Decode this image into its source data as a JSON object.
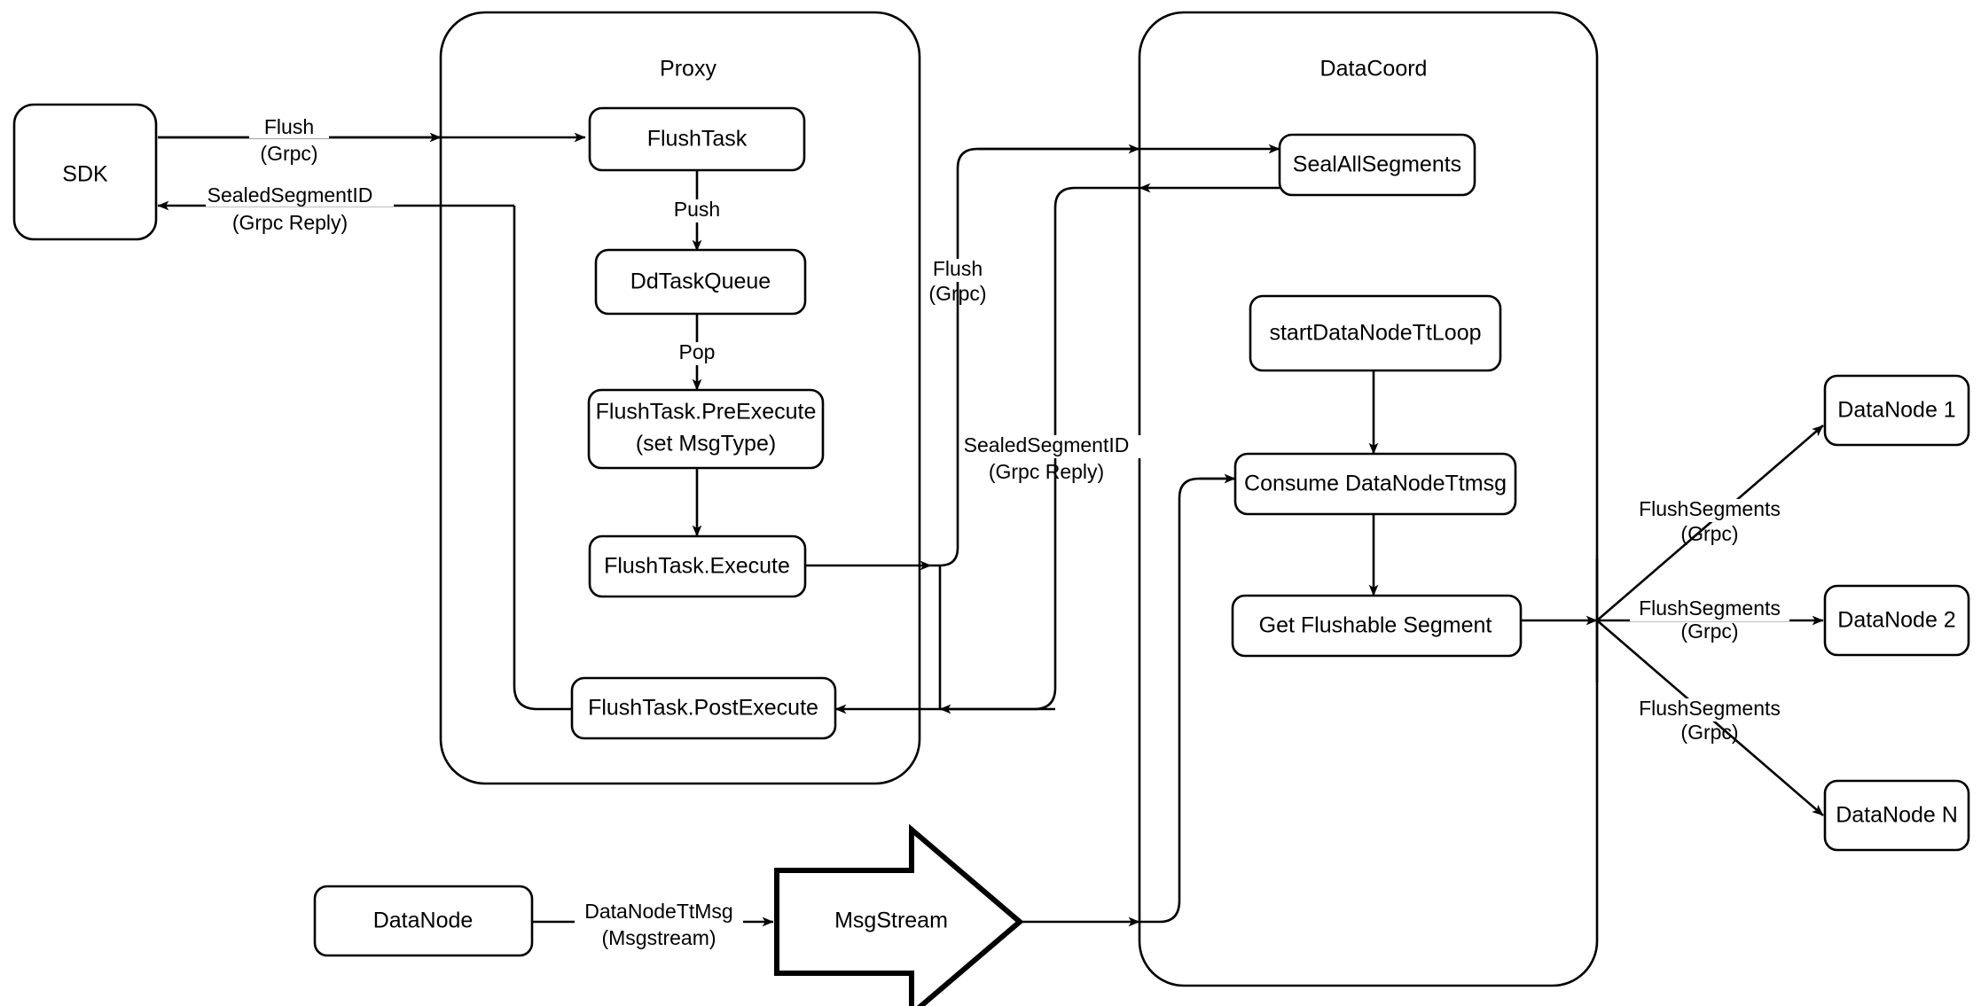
{
  "diagram": {
    "title": "Milvus Flush Sequence Diagram",
    "background_color": "#ffffff",
    "stroke_color": "#000000",
    "containers": [
      {
        "id": "proxy",
        "label": "Proxy"
      },
      {
        "id": "datacoord",
        "label": "DataCoord"
      }
    ],
    "nodes": {
      "sdk": "SDK",
      "flush_task": "FlushTask",
      "dd_task_queue": "DdTaskQueue",
      "flush_task_pre_execute_line1": "FlushTask.PreExecute",
      "flush_task_pre_execute_line2": "(set MsgType)",
      "flush_task_execute": "FlushTask.Execute",
      "flush_task_post_execute": "FlushTask.PostExecute",
      "seal_all_segments": "SealAllSegments",
      "start_datanode_tt_loop": "startDataNodeTtLoop",
      "consume_datanode_ttmsg": "Consume DataNodeTtmsg",
      "get_flushable_segment": "Get Flushable Segment",
      "datanode_producer": "DataNode",
      "msgstream": "MsgStream",
      "datanode_1": "DataNode 1",
      "datanode_2": "DataNode 2",
      "datanode_n": "DataNode N"
    },
    "edge_labels": {
      "sdk_to_proxy_line1": "Flush",
      "sdk_to_proxy_line2": "(Grpc)",
      "proxy_to_sdk_line1": "SealedSegmentID",
      "proxy_to_sdk_line2": "(Grpc Reply)",
      "flush_task_to_queue": "Push",
      "queue_to_pre_execute": "Pop",
      "proxy_to_datacoord_line1": "Flush",
      "proxy_to_datacoord_line2": "(Grpc)",
      "datacoord_to_proxy_line1": "SealedSegmentID",
      "datacoord_to_proxy_line2": "(Grpc Reply)",
      "datanode_to_msgstream_line1": "DataNodeTtMsg",
      "datanode_to_msgstream_line2": "(Msgstream)",
      "flush_segments_1_line1": "FlushSegments",
      "flush_segments_1_line2": "(Grpc)",
      "flush_segments_2_line1": "FlushSegments",
      "flush_segments_2_line2": "(Grpc)",
      "flush_segments_n_line1": "FlushSegments",
      "flush_segments_n_line2": "(Grpc)"
    }
  }
}
